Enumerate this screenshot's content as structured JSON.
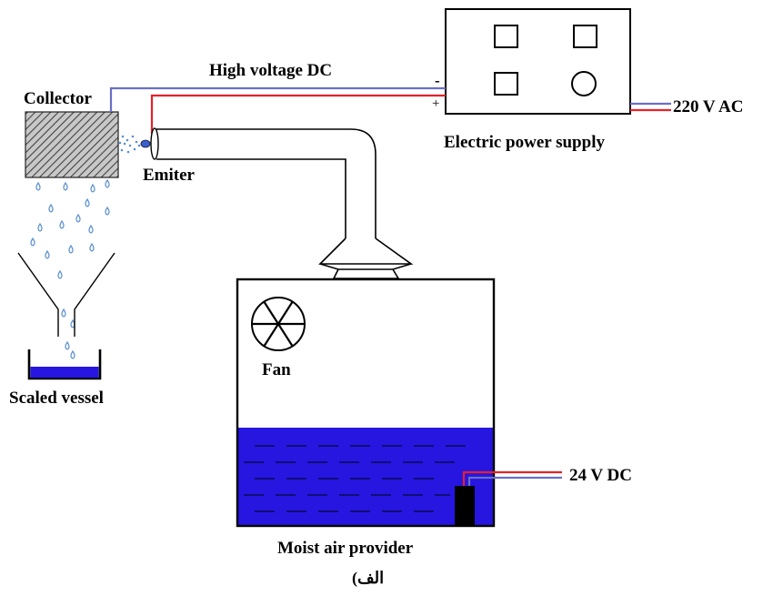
{
  "labels": {
    "high_voltage": "High voltage DC",
    "collector": "Collector",
    "emitter": "Emiter",
    "power_supply": "Electric power supply",
    "ac_input": "220 V AC",
    "minus": "-",
    "plus": "+",
    "fan": "Fan",
    "scaled_vessel": "Scaled vessel",
    "dc_input": "24 V DC",
    "moist_air": "Moist air provider",
    "caption": "الف)"
  },
  "colors": {
    "wire_positive": "#e8202a",
    "wire_negative": "#6b6fc4",
    "water": "#2616e0",
    "droplet": "#5a8fd0"
  }
}
